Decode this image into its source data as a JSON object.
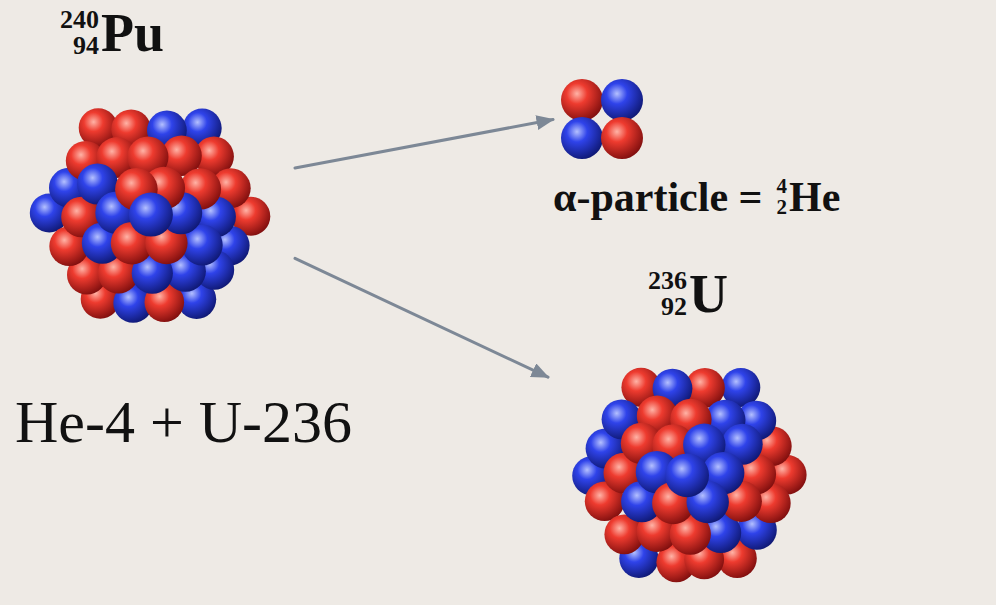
{
  "diagram": {
    "nodes": [
      {
        "text": [
          "240",
          "94",
          "Pu"
        ]
      },
      {
        "text": [
          "α-particle =",
          "4",
          "2",
          "He"
        ]
      },
      {
        "text": [
          "236",
          "92",
          "U"
        ]
      }
    ],
    "edges": [
      {
        "from": 0,
        "to": 1,
        "arrow": "to"
      },
      {
        "from": 0,
        "to": 2,
        "arrow": "to"
      }
    ],
    "labels": [
      "He-4 + U-236"
    ]
  }
}
